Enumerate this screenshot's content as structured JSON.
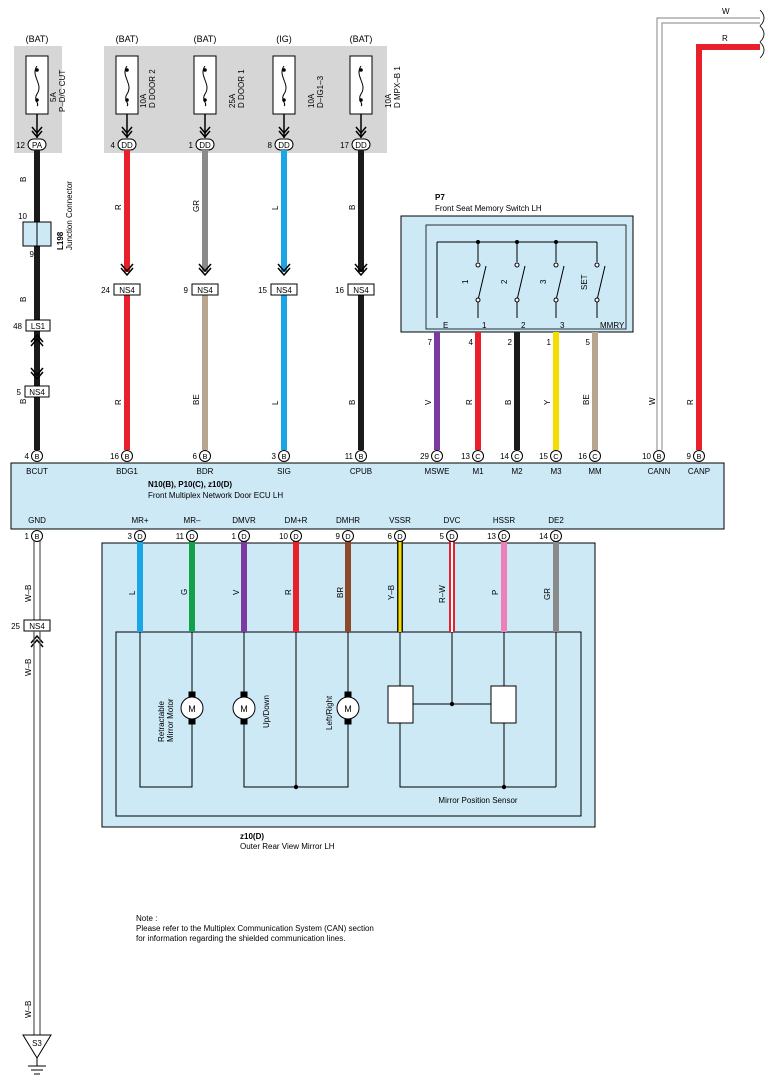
{
  "fuses": [
    {
      "source": "(BAT)",
      "rating": "5A",
      "name": "P–D/C CUT",
      "pin": "12",
      "connector": "PA"
    },
    {
      "source": "(BAT)",
      "rating": "10A",
      "name": "D DOOR 2",
      "pin": "4",
      "connector": "DD"
    },
    {
      "source": "(BAT)",
      "rating": "25A",
      "name": "D DOOR 1",
      "pin": "1",
      "connector": "DD"
    },
    {
      "source": "(IG)",
      "rating": "10A",
      "name": "D–IG1–3",
      "pin": "8",
      "connector": "DD"
    },
    {
      "source": "(BAT)",
      "rating": "10A",
      "name": "D MPX–B 1",
      "pin": "17",
      "connector": "DD"
    }
  ],
  "junction": {
    "id": "L198",
    "name": "Junction Connector",
    "pin_top": "10",
    "pin_bottom": "9"
  },
  "inline_connectors": [
    {
      "pin": "48",
      "name": "LS1"
    },
    {
      "pin": "5",
      "name": "NS4"
    },
    {
      "pin": "24",
      "name": "NS4"
    },
    {
      "pin": "9",
      "name": "NS4"
    },
    {
      "pin": "15",
      "name": "NS4"
    },
    {
      "pin": "16",
      "name": "NS4"
    },
    {
      "pin": "25",
      "name": "NS4"
    }
  ],
  "wire_colors": {
    "col1_upper": "B",
    "col1_lower": "B",
    "col1_bottom": "B",
    "col2_upper": "R",
    "col2_lower": "R",
    "col3_upper": "GR",
    "col3_lower": "BE",
    "col4_upper": "L",
    "col4_lower": "L",
    "col5_upper": "B",
    "col5_lower": "B",
    "gnd_upper": "W–B",
    "gnd_middle": "W–B",
    "gnd_lower": "W–B",
    "can_w": "W",
    "can_r": "R"
  },
  "switch_p7": {
    "id": "P7",
    "name": "Front Seat Memory Switch LH",
    "switches": [
      "1",
      "2",
      "3",
      "SET"
    ],
    "terminals": [
      "E",
      "1",
      "2",
      "3",
      "MMRY"
    ]
  },
  "ecu": {
    "title": "N10(B), P10(C), z10(D)",
    "name": "Front Multiplex Network Door ECU LH",
    "top_pins": [
      {
        "pin": "4",
        "conn": "B",
        "label": "BCUT",
        "color": "B"
      },
      {
        "pin": "16",
        "conn": "B",
        "label": "BDG1",
        "color": "R"
      },
      {
        "pin": "6",
        "conn": "B",
        "label": "BDR",
        "color": "BE"
      },
      {
        "pin": "3",
        "conn": "B",
        "label": "SIG",
        "color": "L"
      },
      {
        "pin": "11",
        "conn": "B",
        "label": "CPUB",
        "color": "B"
      },
      {
        "pin": "29",
        "conn": "C",
        "label": "MSWE",
        "color": "V"
      },
      {
        "pin": "13",
        "conn": "C",
        "label": "M1",
        "color": "R"
      },
      {
        "pin": "14",
        "conn": "C",
        "label": "M2",
        "color": "B"
      },
      {
        "pin": "15",
        "conn": "C",
        "label": "M3",
        "color": "Y"
      },
      {
        "pin": "16",
        "conn": "C",
        "label": "MM",
        "color": "BE"
      },
      {
        "pin": "10",
        "conn": "B",
        "label": "CANN",
        "color": "W"
      },
      {
        "pin": "9",
        "conn": "B",
        "label": "CANP",
        "color": "R"
      }
    ],
    "bottom_pins": [
      {
        "pin": "1",
        "conn": "B",
        "label": "GND",
        "color": "W–B"
      },
      {
        "pin": "3",
        "conn": "D",
        "label": "MR+",
        "color": "L"
      },
      {
        "pin": "11",
        "conn": "D",
        "label": "MR–",
        "color": "G"
      },
      {
        "pin": "1",
        "conn": "D",
        "label": "DMVR",
        "color": "V"
      },
      {
        "pin": "10",
        "conn": "D",
        "label": "DM+R",
        "color": "R"
      },
      {
        "pin": "9",
        "conn": "D",
        "label": "DMHR",
        "color": "BR"
      },
      {
        "pin": "6",
        "conn": "D",
        "label": "VSSR",
        "color": "Y–B"
      },
      {
        "pin": "5",
        "conn": "D",
        "label": "DVC",
        "color": "R–W"
      },
      {
        "pin": "13",
        "conn": "D",
        "label": "HSSR",
        "color": "P"
      },
      {
        "pin": "14",
        "conn": "D",
        "label": "DE2",
        "color": "GR"
      }
    ]
  },
  "mirror": {
    "id": "z10(D)",
    "name": "Outer Rear View Mirror LH",
    "motors": [
      {
        "symbol": "M",
        "label_l1": "Retractable",
        "label_l2": "Mirror Motor"
      },
      {
        "symbol": "M",
        "label_l1": "Up/Down",
        "label_l2": ""
      },
      {
        "symbol": "M",
        "label_l1": "Left/Right",
        "label_l2": ""
      }
    ],
    "sensor": "Mirror Position Sensor"
  },
  "ground": {
    "id": "S3"
  },
  "note": {
    "line1": "Note :",
    "line2": "Please refer to the Multiplex Communication System (CAN) section",
    "line3": "for information regarding the shielded communication lines."
  },
  "colors": {
    "black": "#1a1a1a",
    "red": "#e8202a",
    "gray": "#8a8a8a",
    "blue": "#1aa6e6",
    "violet": "#7b3aa0",
    "yellow": "#f5dd00",
    "beige": "#b8a58f",
    "green": "#12a04a",
    "brown": "#8c4a2a",
    "pink": "#ef7fb8",
    "light_blue_fill": "#cde9f6",
    "fuse_box_fill": "#d6d6d6"
  }
}
